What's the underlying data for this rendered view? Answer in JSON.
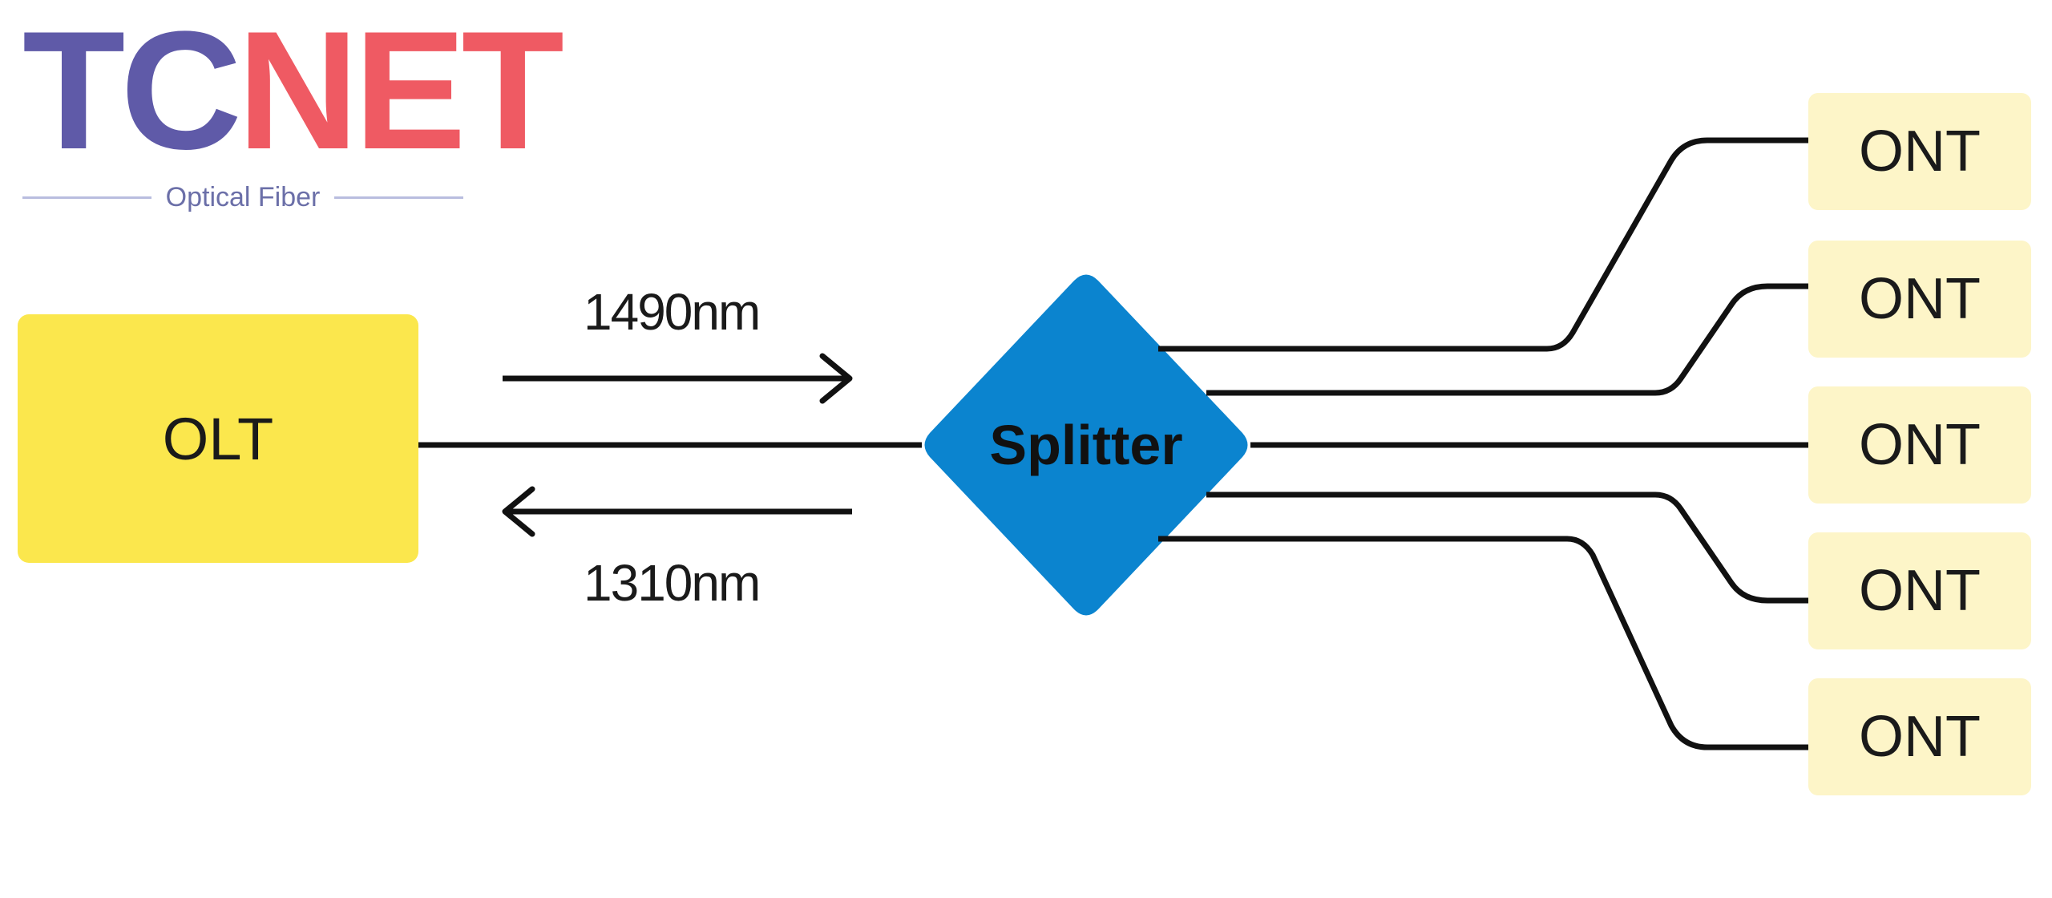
{
  "logo": {
    "brand_part1": "TC",
    "brand_part2": "NET",
    "tagline": "Optical Fiber",
    "color_part1": "#5f5aa8",
    "color_part2": "#ef5a63"
  },
  "olt": {
    "label": "OLT",
    "color": "#fbe74d"
  },
  "downstream": {
    "label": "1490nm",
    "direction": "right"
  },
  "upstream": {
    "label": "1310nm",
    "direction": "left"
  },
  "splitter": {
    "label": "Splitter",
    "color": "#0b84cf"
  },
  "onts": [
    {
      "label": "ONT"
    },
    {
      "label": "ONT"
    },
    {
      "label": "ONT"
    },
    {
      "label": "ONT"
    },
    {
      "label": "ONT"
    }
  ],
  "ont_color": "#fdf5c8"
}
